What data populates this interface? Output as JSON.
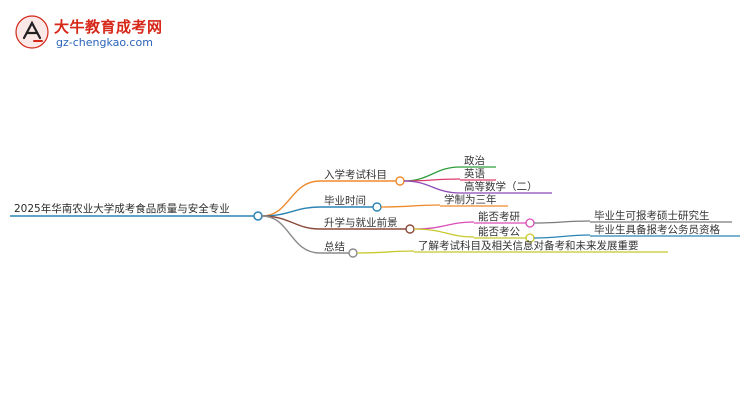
{
  "header": {
    "site_name": "大牛教育成考网",
    "site_url": "gz-chengkao.com"
  },
  "mindmap": {
    "root": "2025年华南农业大学成考食品质量与安全专业",
    "branches": [
      {
        "label": "入学考试科目",
        "color": "#ef8a2c",
        "children": [
          {
            "label": "政治",
            "color": "#2e9e3c"
          },
          {
            "label": "英语",
            "color": "#e03a6c"
          },
          {
            "label": "高等数学（二）",
            "color": "#8e4ab8"
          }
        ]
      },
      {
        "label": "毕业时间",
        "color": "#2b83b5",
        "children": [
          {
            "label": "学制为三年",
            "color": "#ef8a2c"
          }
        ]
      },
      {
        "label": "升学与就业前景",
        "color": "#8a4a3a",
        "children": [
          {
            "label": "能否考研",
            "color": "#d94cb8",
            "children": [
              {
                "label": "毕业生可报考硕士研究生",
                "color": "#7a7a7a"
              }
            ]
          },
          {
            "label": "能否考公",
            "color": "#c8c82a",
            "children": [
              {
                "label": "毕业生具备报考公务员资格",
                "color": "#2b83b5"
              }
            ]
          }
        ]
      },
      {
        "label": "总结",
        "color": "#8a8a8a",
        "children": [
          {
            "label": "了解考试科目及相关信息对备考和未来发展重要",
            "color": "#c8c82a"
          }
        ]
      }
    ]
  }
}
